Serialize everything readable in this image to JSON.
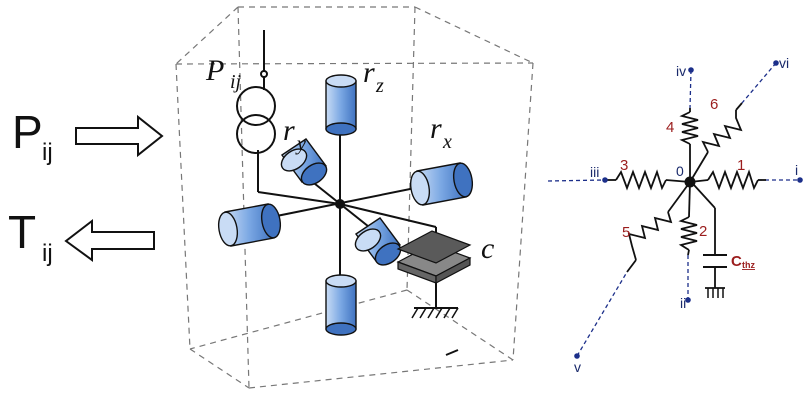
{
  "left": {
    "input_label": "P",
    "input_sub": "ij",
    "output_label": "T",
    "output_sub": "ij"
  },
  "cube": {
    "power_label": "P",
    "power_sub": "ij",
    "rx_label": "r",
    "rx_sub": "x",
    "ry_label": "r",
    "ry_sub": "y",
    "rz_label": "r",
    "rz_sub": "z",
    "c_label": "c"
  },
  "network": {
    "center_node": "0",
    "nodes": [
      "i",
      "ii",
      "iii",
      "iv",
      "v",
      "vi"
    ],
    "resistors": [
      "1",
      "2",
      "3",
      "4",
      "5",
      "6"
    ],
    "cap_label": "C",
    "cap_sub": "thz"
  },
  "colors": {
    "cylinder_fill": "#5b8fd6",
    "cylinder_light": "#c9dcf5",
    "node_dot": "#1c2f8a",
    "resistor_label": "#9b1d1d"
  }
}
